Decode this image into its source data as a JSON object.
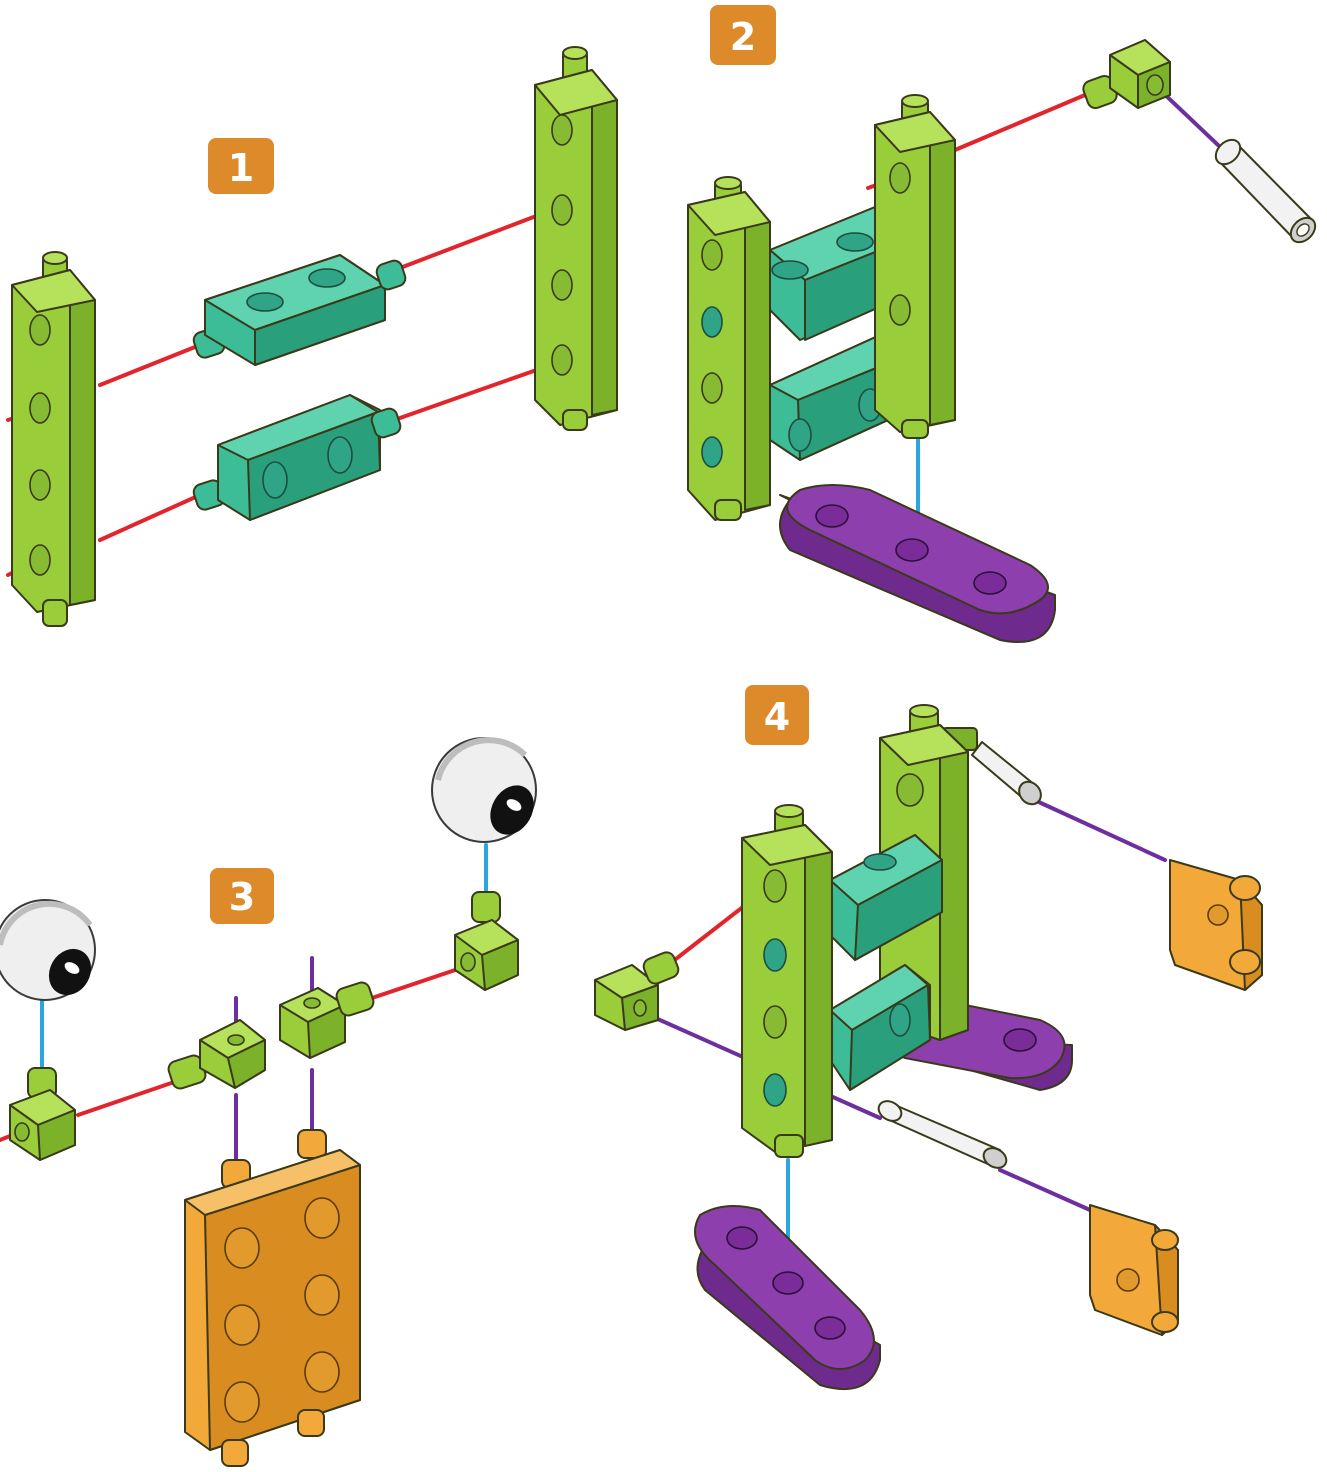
{
  "steps": [
    {
      "number": "1",
      "badge_color": "#dd8a2a"
    },
    {
      "number": "2",
      "badge_color": "#dd8a2a"
    },
    {
      "number": "3",
      "badge_color": "#dd8a2a"
    },
    {
      "number": "4",
      "badge_color": "#dd8a2a"
    }
  ],
  "colors": {
    "frame_piece": "#9acd3a",
    "connector": "#3dbd97",
    "foot": "#8e3fae",
    "plate": "#f2a93a",
    "axle": "#f2f2f2",
    "guide_red": "#e2252d",
    "guide_blue": "#2aa7dd",
    "guide_purple": "#6d2fa0"
  }
}
